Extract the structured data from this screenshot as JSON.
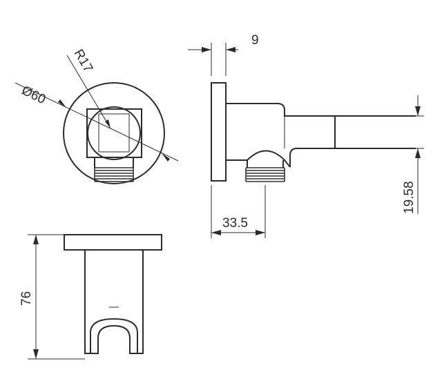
{
  "dimensions": {
    "diameter": "Ø60",
    "radius": "R17",
    "flange_thickness": "9",
    "projection": "33.5",
    "offset": "19.58",
    "height": "76"
  }
}
